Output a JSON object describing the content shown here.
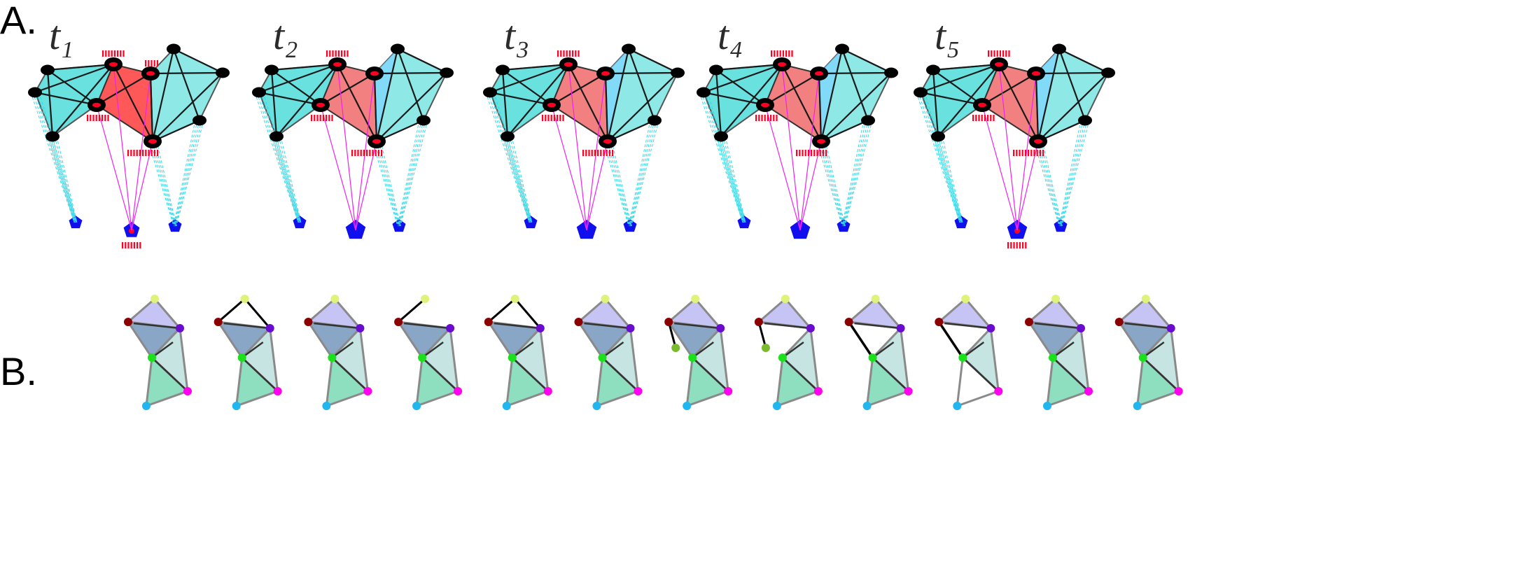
{
  "panels": {
    "a_label": "A.",
    "b_label": "B."
  },
  "time_points": [
    {
      "t": "t",
      "sub": "1"
    },
    {
      "t": "t",
      "sub": "2"
    },
    {
      "t": "t",
      "sub": "3"
    },
    {
      "t": "t",
      "sub": "4"
    },
    {
      "t": "t",
      "sub": "5"
    }
  ],
  "colors": {
    "cyan_fill": "#2fd6d2",
    "red_fill": "#ff3b3b",
    "salmon_fill": "#f06a6a",
    "lightblue_fill": "#7fd6ff",
    "node_black": "#000000",
    "marker_red": "#ff0022",
    "pentagon_blue": "#1010ee",
    "cyan_line": "#33d8e6",
    "magenta_line": "#ee22ee",
    "b_lavender": "#c6c4f4",
    "b_steelblue": "#8aa6c6",
    "b_palecyan": "#c6e4e2",
    "b_green": "#8edfc0",
    "b_edge_gray": "#8a8a8a",
    "node_yellowgreen": "#dff27a",
    "node_darkred": "#8b0000",
    "node_purple": "#6a0ccf",
    "node_green": "#1be01b",
    "node_magenta": "#ff00ee",
    "node_cyan": "#22b6f0",
    "node_olive": "#7bb92f"
  },
  "panel_b_variants": [
    {
      "cap": true,
      "yellow_dr": false,
      "yellow_pu": false,
      "olive": false,
      "dr_green": false,
      "tl_filled": true,
      "bottom_filled": true
    },
    {
      "cap": false,
      "yellow_dr": true,
      "yellow_pu": true,
      "olive": false,
      "dr_green": false,
      "tl_filled": true,
      "bottom_filled": true
    },
    {
      "cap": true,
      "yellow_dr": false,
      "yellow_pu": false,
      "olive": false,
      "dr_green": false,
      "tl_filled": true,
      "bottom_filled": true
    },
    {
      "cap": false,
      "yellow_dr": true,
      "yellow_pu": false,
      "olive": false,
      "dr_green": false,
      "tl_filled": true,
      "bottom_filled": true
    },
    {
      "cap": false,
      "yellow_dr": true,
      "yellow_pu": true,
      "olive": false,
      "dr_green": false,
      "tl_filled": true,
      "bottom_filled": true
    },
    {
      "cap": true,
      "yellow_dr": false,
      "yellow_pu": false,
      "olive": false,
      "dr_green": false,
      "tl_filled": true,
      "bottom_filled": true
    },
    {
      "cap": true,
      "yellow_dr": false,
      "yellow_pu": false,
      "olive": true,
      "dr_green": false,
      "tl_filled": true,
      "bottom_filled": true
    },
    {
      "cap": true,
      "yellow_dr": false,
      "yellow_pu": false,
      "olive": true,
      "dr_green": false,
      "tl_filled": false,
      "bottom_filled": true
    },
    {
      "cap": true,
      "yellow_dr": false,
      "yellow_pu": false,
      "olive": false,
      "dr_green": true,
      "tl_filled": false,
      "bottom_filled": true
    },
    {
      "cap": true,
      "yellow_dr": false,
      "yellow_pu": false,
      "olive": false,
      "dr_green": true,
      "tl_filled": false,
      "bottom_filled": false
    },
    {
      "cap": true,
      "yellow_dr": false,
      "yellow_pu": false,
      "olive": false,
      "dr_green": false,
      "tl_filled": true,
      "bottom_filled": true
    },
    {
      "cap": true,
      "yellow_dr": false,
      "yellow_pu": false,
      "olive": false,
      "dr_green": false,
      "tl_filled": true,
      "bottom_filled": true
    }
  ]
}
